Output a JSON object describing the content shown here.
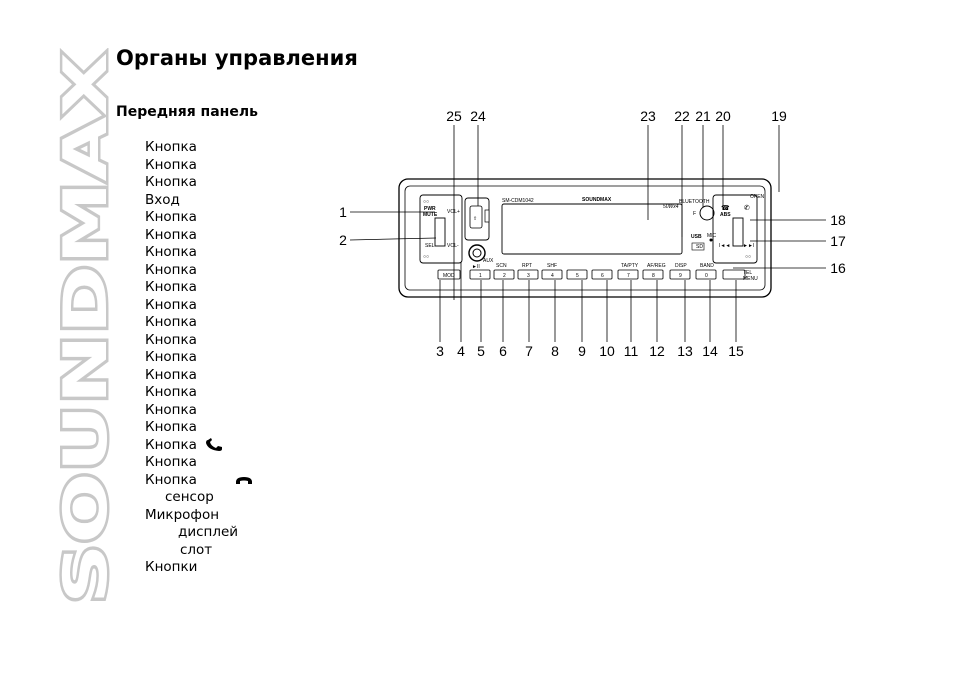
{
  "watermark": "SOUNDMAX",
  "page_title": "Органы управления",
  "section_title": "Передняя панель",
  "controls": [
    {
      "text": "Кнопка",
      "indent": 0
    },
    {
      "text": "Кнопка",
      "indent": 0
    },
    {
      "text": "Кнопка",
      "indent": 0
    },
    {
      "text": "Вход",
      "indent": 0
    },
    {
      "text": "Кнопка",
      "indent": 0
    },
    {
      "text": "Кнопка",
      "indent": 0
    },
    {
      "text": "Кнопка",
      "indent": 0
    },
    {
      "text": "Кнопка",
      "indent": 0
    },
    {
      "text": "Кнопка",
      "indent": 0
    },
    {
      "text": "Кнопка",
      "indent": 0
    },
    {
      "text": "Кнопка",
      "indent": 0
    },
    {
      "text": "Кнопка",
      "indent": 0
    },
    {
      "text": "Кнопка",
      "indent": 0
    },
    {
      "text": "Кнопка",
      "indent": 0
    },
    {
      "text": "Кнопка",
      "indent": 0
    },
    {
      "text": "Кнопка",
      "indent": 0
    },
    {
      "text": "Кнопка",
      "indent": 0
    },
    {
      "text": "Кнопка",
      "indent": 0,
      "icon": "phone-answer-icon"
    },
    {
      "text": "Кнопка",
      "indent": 0
    },
    {
      "text": "Кнопка",
      "indent": 0,
      "icon": "phone-hangup-icon"
    },
    {
      "text": "сенсор",
      "indent": 1
    },
    {
      "text": "Микрофон",
      "indent": 0
    },
    {
      "text": "дисплей",
      "indent": 2
    },
    {
      "text": "слот",
      "indent": 3
    },
    {
      "text": "Кнопки",
      "indent": 0
    }
  ],
  "figure": {
    "top_callouts": [
      "25",
      "24",
      "23",
      "22",
      "21",
      "20",
      "19"
    ],
    "left_callouts": [
      "1",
      "2"
    ],
    "right_callouts": [
      "18",
      "17",
      "16"
    ],
    "bottom_callouts": [
      "3",
      "4",
      "5",
      "6",
      "7",
      "8",
      "9",
      "10",
      "11",
      "12",
      "13",
      "14",
      "15"
    ],
    "panel_labels": {
      "model": "SM-CDM1042",
      "brand": "SOUNDMAX",
      "power_rating": "50Wx4",
      "bluetooth": "BLUETOOTH",
      "pwr_mute": "PWR\nMUTE",
      "vol_up": "VOL+",
      "vol_down": "VOL-",
      "sel": "SEL",
      "mod": "MOD",
      "play_pause": "►II",
      "aux": "AUX",
      "scn": "SCN",
      "rpt": "RPT",
      "shf": "SHF",
      "ta_pty": "TA/PTY",
      "af_reg": "AF/REG",
      "disp": "DISP",
      "band": "BAND",
      "tel_menu": "TEL\nMENU",
      "open": "OPEN",
      "abs": "ABS",
      "mic": "MIC",
      "usb": "USB",
      "sd": "SD",
      "f": "F",
      "presets": [
        "1",
        "2",
        "3",
        "4",
        "5",
        "6",
        "7",
        "8",
        "9",
        "0"
      ]
    }
  }
}
